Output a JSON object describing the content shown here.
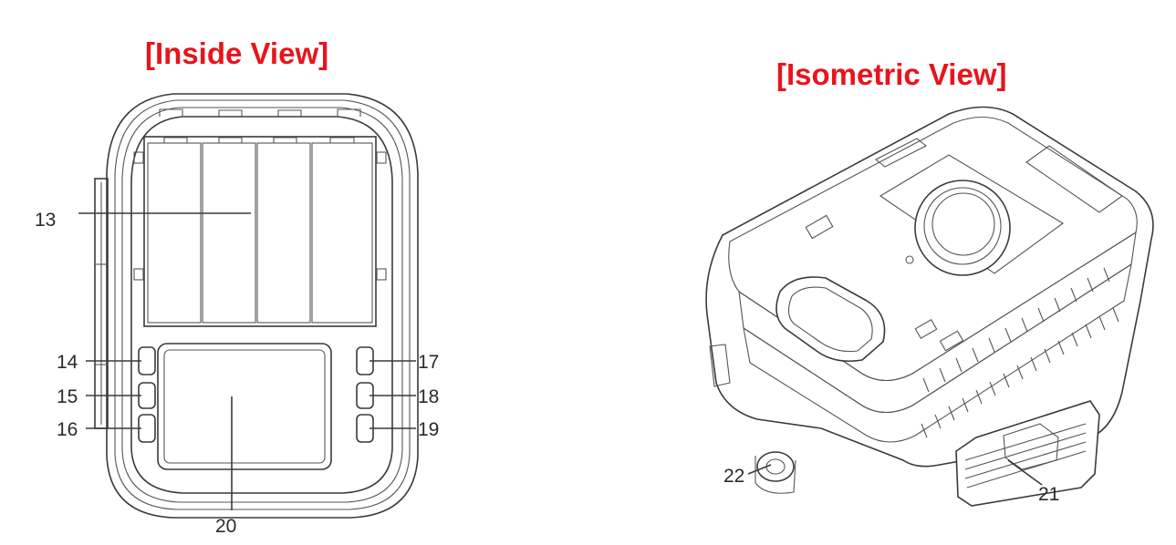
{
  "titles": {
    "inside": "[Inside View]",
    "isometric": "[Isometric View]"
  },
  "colors": {
    "title": "#e8141c",
    "lines": "#3a3a3a"
  },
  "callouts": {
    "c13": "13",
    "c14": "14",
    "c15": "15",
    "c16": "16",
    "c17": "17",
    "c18": "18",
    "c19": "19",
    "c20": "20",
    "c21": "21",
    "c22": "22"
  }
}
